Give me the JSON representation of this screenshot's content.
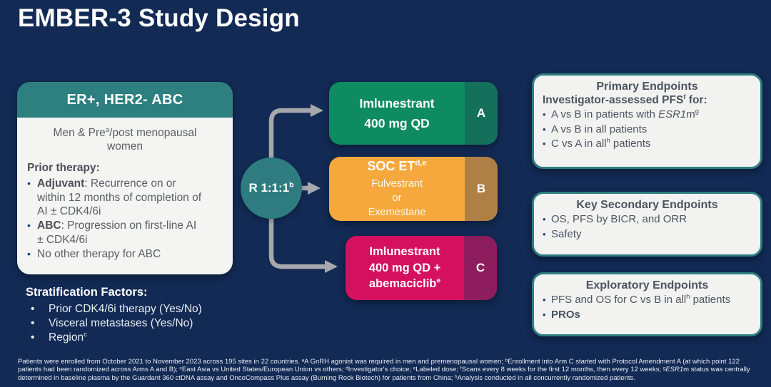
{
  "title": "EMBER-3 Study Design",
  "ui": {
    "bullet": "•"
  },
  "population": {
    "header": "ER+, HER2- ABC",
    "intro_pre": "Men & Pre",
    "intro_sup": "a",
    "intro_post": "/post menopausal women",
    "prior_label": "Prior therapy:",
    "bullet1_line1_bold": "Adjuvant",
    "bullet1_line1_rest": ": Recurrence on or",
    "bullet1_line2": "within 12 months of completion of",
    "bullet1_line3": "AI ± CDK4/6i",
    "bullet2_line1_bold": "ABC",
    "bullet2_line1_rest": ": Progression on first-line AI",
    "bullet2_line2": "± CDK4/6i",
    "bullet3": "No other therapy for ABC"
  },
  "stratification": {
    "title": "Stratification Factors:",
    "item1": "Prior CDK4/6i therapy (Yes/No)",
    "item2": "Visceral metastases (Yes/No)",
    "item3_pre": "Region",
    "item3_sup": "c"
  },
  "randomization": {
    "label_pre": "R 1:1:1",
    "label_sup": "b"
  },
  "arms": {
    "a": {
      "letter": "A",
      "line1": "Imlunestrant",
      "line2": "400 mg QD"
    },
    "b": {
      "letter": "B",
      "title_pre": "SOC ET",
      "title_sup": "d,e",
      "line1": "Fulvestrant",
      "line2": "or",
      "line3": "Exemestane"
    },
    "c": {
      "letter": "C",
      "line1": "Imlunestrant",
      "line2": "400 mg QD +",
      "line3_pre": "abemaciclib",
      "line3_sup": "e"
    }
  },
  "endpoints": {
    "primary": {
      "title": "Primary Endpoints",
      "subtitle_pre": "Investigator-assessed PFS",
      "subtitle_sup": "f",
      "subtitle_post": " for:",
      "b1_pre": "A vs B in patients with ",
      "b1_italic": "ESR1",
      "b1_mid": "m",
      "b1_sup": "g",
      "b2": "A vs B in all patients",
      "b3_pre": "C vs A in all",
      "b3_sup": "h",
      "b3_post": " patients"
    },
    "secondary": {
      "title": "Key Secondary Endpoints",
      "b1": "OS, PFS by BICR, and ORR",
      "b2": "Safety"
    },
    "exploratory": {
      "title": "Exploratory Endpoints",
      "b1_pre": "PFS and OS for C vs B in all",
      "b1_sup": "h",
      "b1_post": " patients",
      "b2": "PROs"
    }
  },
  "footnote": {
    "line1": "Patients were enrolled from October 2021 to November 2023 across 195 sites in 22 countries. ᵃA GnRH agonist was required in men and premenopausal women; ᵇEnrollment into Arm C started with Protocol Amendment A (at which point 122",
    "line2_pre": "patients had been randomized across Arms A and B); ᶜEast Asia vs United States/European Union vs others; ᵈInvestigator's choice; ᵉLabeled dose; ᶠScans every 8 weeks for the first 12 months, then every 12 weeks; ᵍ",
    "line2_italic": "ESR1",
    "line2_post": "m status was centrally",
    "line3": "determined in baseline plasma by the Guardant 360 ctDNA assay and OncoCompass Plus assay (Burning Rock Biotech) for patients from China; ʰAnalysis conducted in all concurrently randomized patients."
  },
  "colors": {
    "background": "#122A54",
    "teal": "#2E7F80",
    "arm_a": "#0E8B60",
    "arm_a_tab": "#15705B",
    "arm_b": "#F7A83C",
    "arm_b_tab": "#AE8045",
    "arm_c": "#D5115F",
    "arm_c_tab": "#8E1D5D",
    "panel_bg": "#F2F2F0",
    "arrow": "#A6A8AB"
  }
}
